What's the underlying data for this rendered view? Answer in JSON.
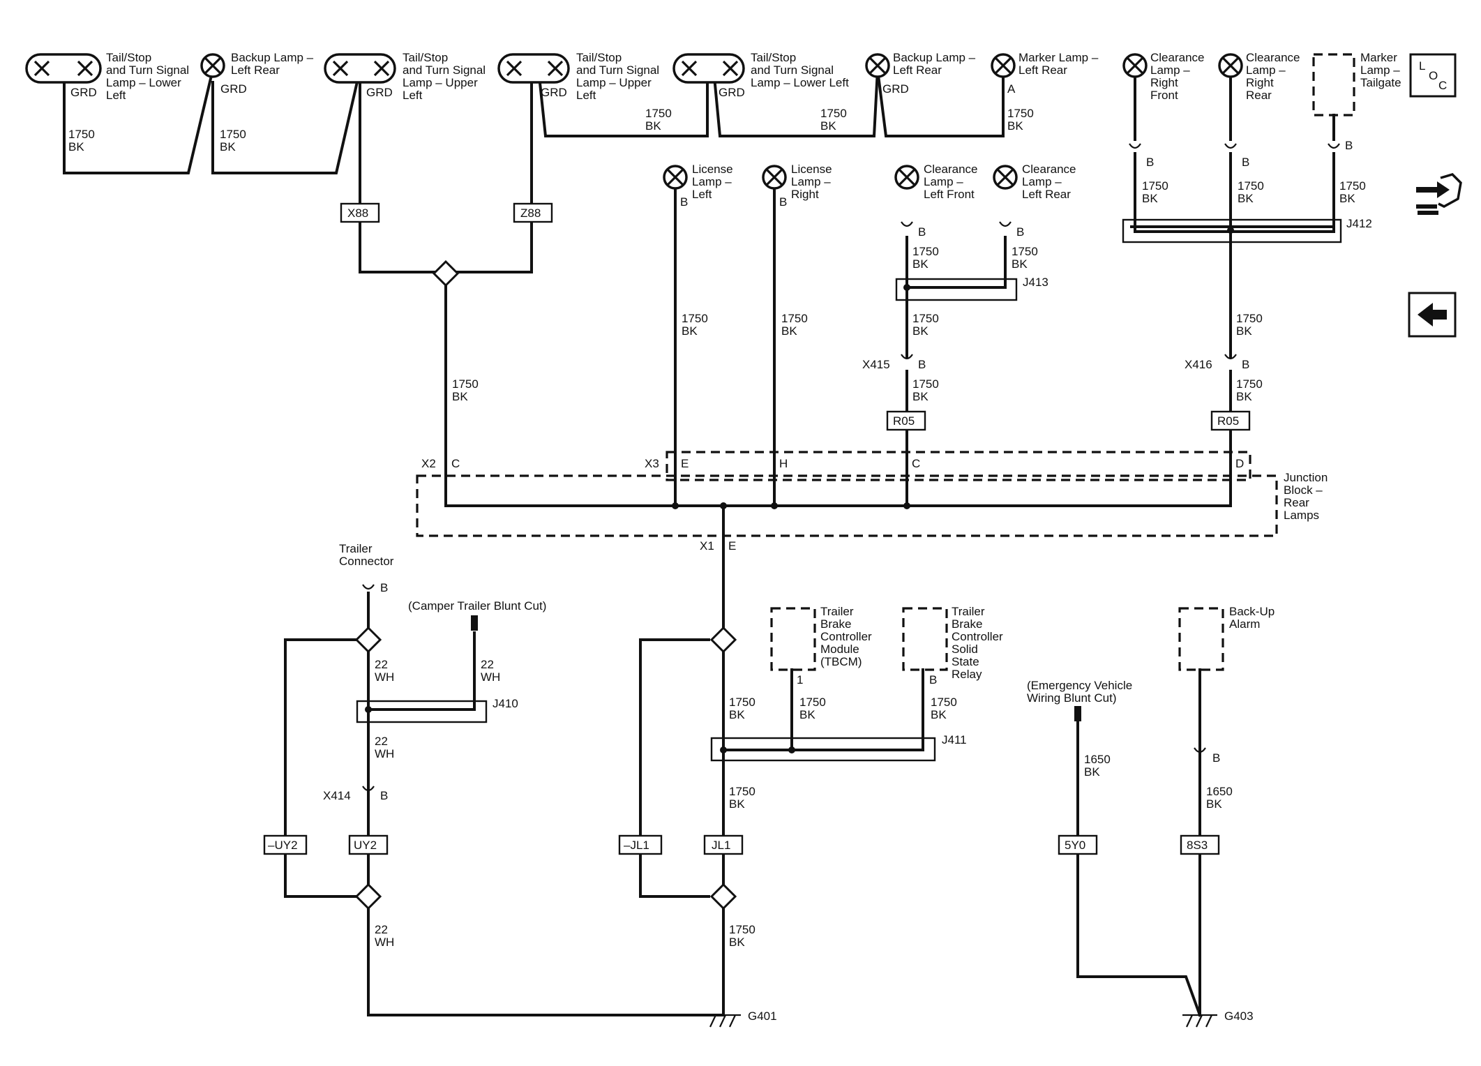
{
  "components": {
    "tail_lower_left": "Tail/Stop\nand Turn Signal\nLamp – Lower\nLeft",
    "backup_left": "Backup Lamp –\nLeft Rear",
    "tail_upper_left": "Tail/Stop\nand Turn Signal\nLamp – Upper\nLeft",
    "tail_upper_left_2": "Tail/Stop\nand Turn Signal\nLamp – Upper\nLeft",
    "tail_lower_left_2": "Tail/Stop\nand Turn Signal\nLamp – Lower Left",
    "backup_left_2": "Backup Lamp –\nLeft Rear",
    "marker_left_rear": "Marker Lamp –\nLeft Rear",
    "clear_right_front": "Clearance\nLamp –\nRight\nFront",
    "clear_right_rear": "Clearance\nLamp –\nRight\nRear",
    "marker_tailgate": "Marker\nLamp –\nTailgate",
    "license_left": "License\nLamp –\nLeft",
    "license_right": "License\nLamp –\nRight",
    "clear_left_front": "Clearance\nLamp –\nLeft Front",
    "clear_left_rear": "Clearance\nLamp –\nLeft Rear",
    "junction_block": "Junction\nBlock –\nRear\nLamps",
    "trailer_connector": "Trailer\nConnector",
    "camper_cut": "(Camper Trailer Blunt Cut)",
    "tbcm": "Trailer\nBrake\nController\nModule\n(TBCM)",
    "tbc_relay": "Trailer\nBrake\nController\nSolid\nState\nRelay",
    "emergency_cut": "(Emergency Vehicle\nWiring Blunt Cut)",
    "backup_alarm": "Back-Up\nAlarm"
  },
  "pins": {
    "grd": "GRD",
    "a": "A",
    "b": "B",
    "c": "C",
    "d": "D",
    "e": "E",
    "h": "H",
    "one": "1"
  },
  "wires": {
    "bk1750": "1750\nBK",
    "wh22": "22\nWH",
    "bk1650": "1650\nBK"
  },
  "connectors": {
    "x2": "X2",
    "x3": "X3",
    "x1": "X1",
    "x414": "X414",
    "x415": "X415",
    "x416": "X416"
  },
  "splices": {
    "j410": "J410",
    "j411": "J411",
    "j412": "J412",
    "j413": "J413"
  },
  "options": {
    "x88": "X88",
    "z88": "Z88",
    "r05": "R05",
    "nuy2": "–UY2",
    "uy2": "UY2",
    "njl1": "–JL1",
    "jl1": "JL1",
    "s5y0": "5Y0",
    "s8s3": "8S3"
  },
  "grounds": {
    "g401": "G401",
    "g403": "G403"
  },
  "nav": {
    "loc_l": "L",
    "loc_o": "O",
    "loc_c": "C"
  }
}
